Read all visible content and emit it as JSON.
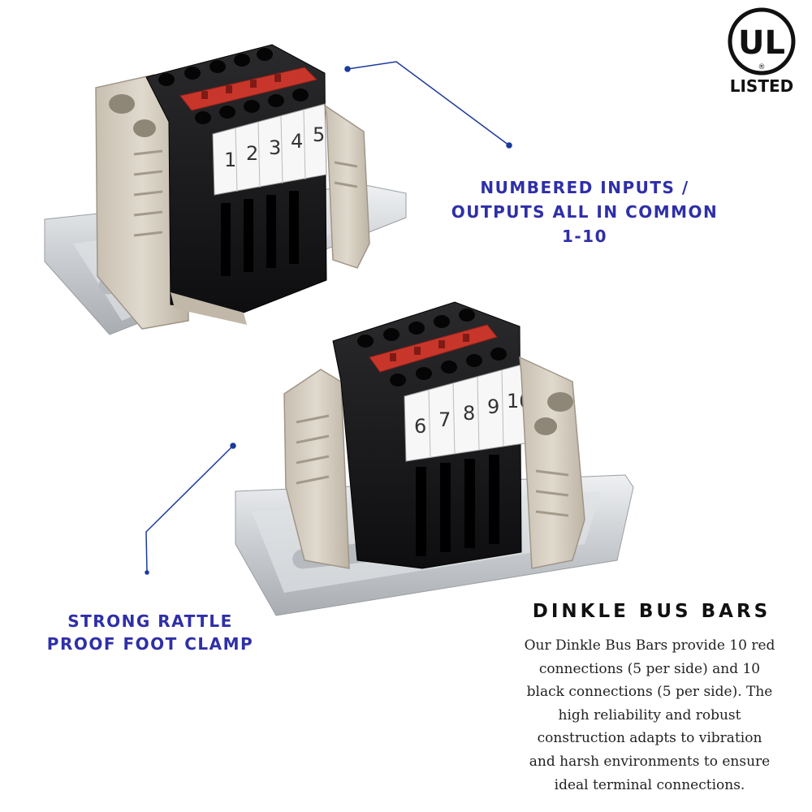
{
  "ul_logo": {
    "mark": "UL",
    "registered": "®",
    "label": "LISTED"
  },
  "callouts": {
    "inputs": [
      "NUMBERED INPUTS /",
      "OUTPUTS ALL IN COMMON",
      "1-10"
    ],
    "clamp": [
      "STRONG RATTLE",
      "PROOF FOOT CLAMP"
    ]
  },
  "product": {
    "title": "DINKLE BUS BARS",
    "description_lines": [
      "Our Dinkle Bus Bars provide 10 red",
      "connections (5 per side) and 10",
      "black connections (5 per side). The",
      "high reliability and robust",
      "construction adapts to vibration",
      "and harsh environments to ensure",
      "ideal terminal connections."
    ]
  },
  "terminal_labels": {
    "top": [
      "1",
      "2",
      "3",
      "4",
      "5"
    ],
    "bottom": [
      "6",
      "7",
      "8",
      "9",
      "10"
    ]
  },
  "colors": {
    "callout_blue": "#2f2fa8",
    "leader_line": "#1b3a9c",
    "red_busbar": "#c8362b",
    "terminal_black": "#1c1c1e",
    "housing_beige": "#d8d0c2",
    "din_rail": "#cfd2d6"
  }
}
